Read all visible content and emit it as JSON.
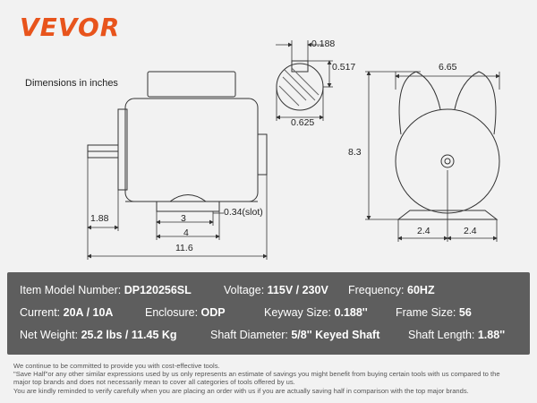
{
  "brand": {
    "name": "VEVOR",
    "color": "#e8541c"
  },
  "dimensions_note": "Dimensions in inches",
  "dimensions": {
    "keyway_width": "0.188",
    "keyway_depth": "0.517",
    "shaft_diameter": "0.625",
    "front_width": "6.65",
    "height": "8.3",
    "front_half_left": "2.4",
    "front_half_right": "2.4",
    "shaft_length": "1.88",
    "foot_3": "3",
    "foot_4": "4",
    "overall_length": "11.6",
    "slot": "0.34(slot)"
  },
  "specs": {
    "model_label": "Item Model Number:",
    "model_value": "DP120256SL",
    "voltage_label": "Voltage:",
    "voltage_value": "115V / 230V",
    "frequency_label": "Frequency:",
    "frequency_value": "60HZ",
    "current_label": "Current:",
    "current_value": "20A / 10A",
    "enclosure_label": "Enclosure:",
    "enclosure_value": "ODP",
    "keyway_label": "Keyway Size:",
    "keyway_value": "0.188''",
    "frame_label": "Frame Size:",
    "frame_value": "56",
    "weight_label": "Net Weight:",
    "weight_value": "25.2 lbs / 11.45 Kg",
    "shaft_diameter_label": "Shaft Diameter:",
    "shaft_diameter_value": "5/8'' Keyed Shaft",
    "shaft_length_label": "Shaft Length:",
    "shaft_length_value": "1.88''"
  },
  "disclaimer": [
    "We continue to be committed to provide you with cost-effective tools.",
    "\"Save Half\"or any other similar expressions used by us only represents an estimate of savings you might benefit from buying certain tools with us compared to the",
    "major top brands and does not necessarily mean to cover all categories of tools offered by us.",
    "You are kindly reminded to verify carefully when you are placing an order with us if you are actually saving half in comparison with the top major brands."
  ],
  "colors": {
    "panel": "#5e5e5e",
    "background": "#f2f2f2",
    "line": "#333333"
  }
}
